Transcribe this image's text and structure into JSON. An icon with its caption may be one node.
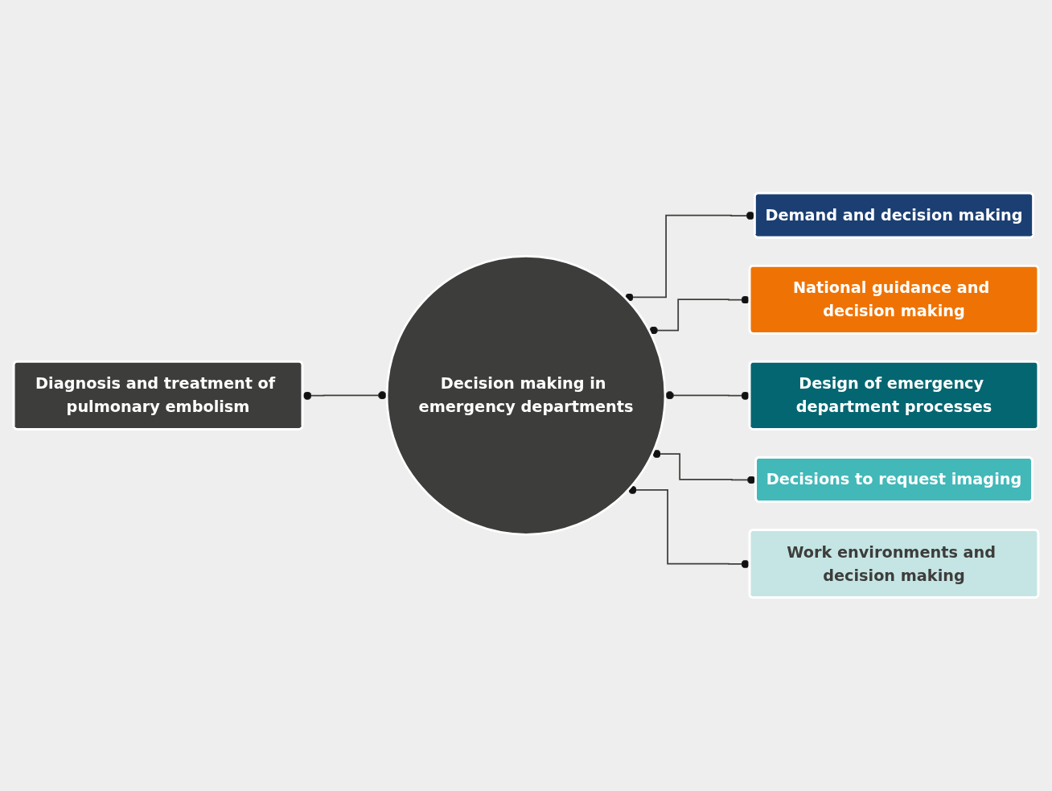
{
  "diagram": {
    "nodes": [
      {
        "text": [
          "Diagnosis and treatment of pulmonary embolism"
        ]
      },
      {
        "text": [
          "Decision making in emergency departments"
        ]
      },
      {
        "text": [
          "Demand and decision making"
        ]
      },
      {
        "text": [
          "National guidance and decision making"
        ]
      },
      {
        "text": [
          "Design of emergency department processes"
        ]
      },
      {
        "text": [
          "Decisions to request imaging"
        ]
      },
      {
        "text": [
          "Work environments and decision making"
        ]
      }
    ],
    "edges": [
      {
        "from": 0,
        "to": 1,
        "arrow": "other"
      },
      {
        "from": 1,
        "to": 2,
        "arrow": "other"
      },
      {
        "from": 1,
        "to": 3,
        "arrow": "other"
      },
      {
        "from": 1,
        "to": 4,
        "arrow": "other"
      },
      {
        "from": 1,
        "to": 5,
        "arrow": "other"
      },
      {
        "from": 1,
        "to": 6,
        "arrow": "other"
      }
    ]
  }
}
